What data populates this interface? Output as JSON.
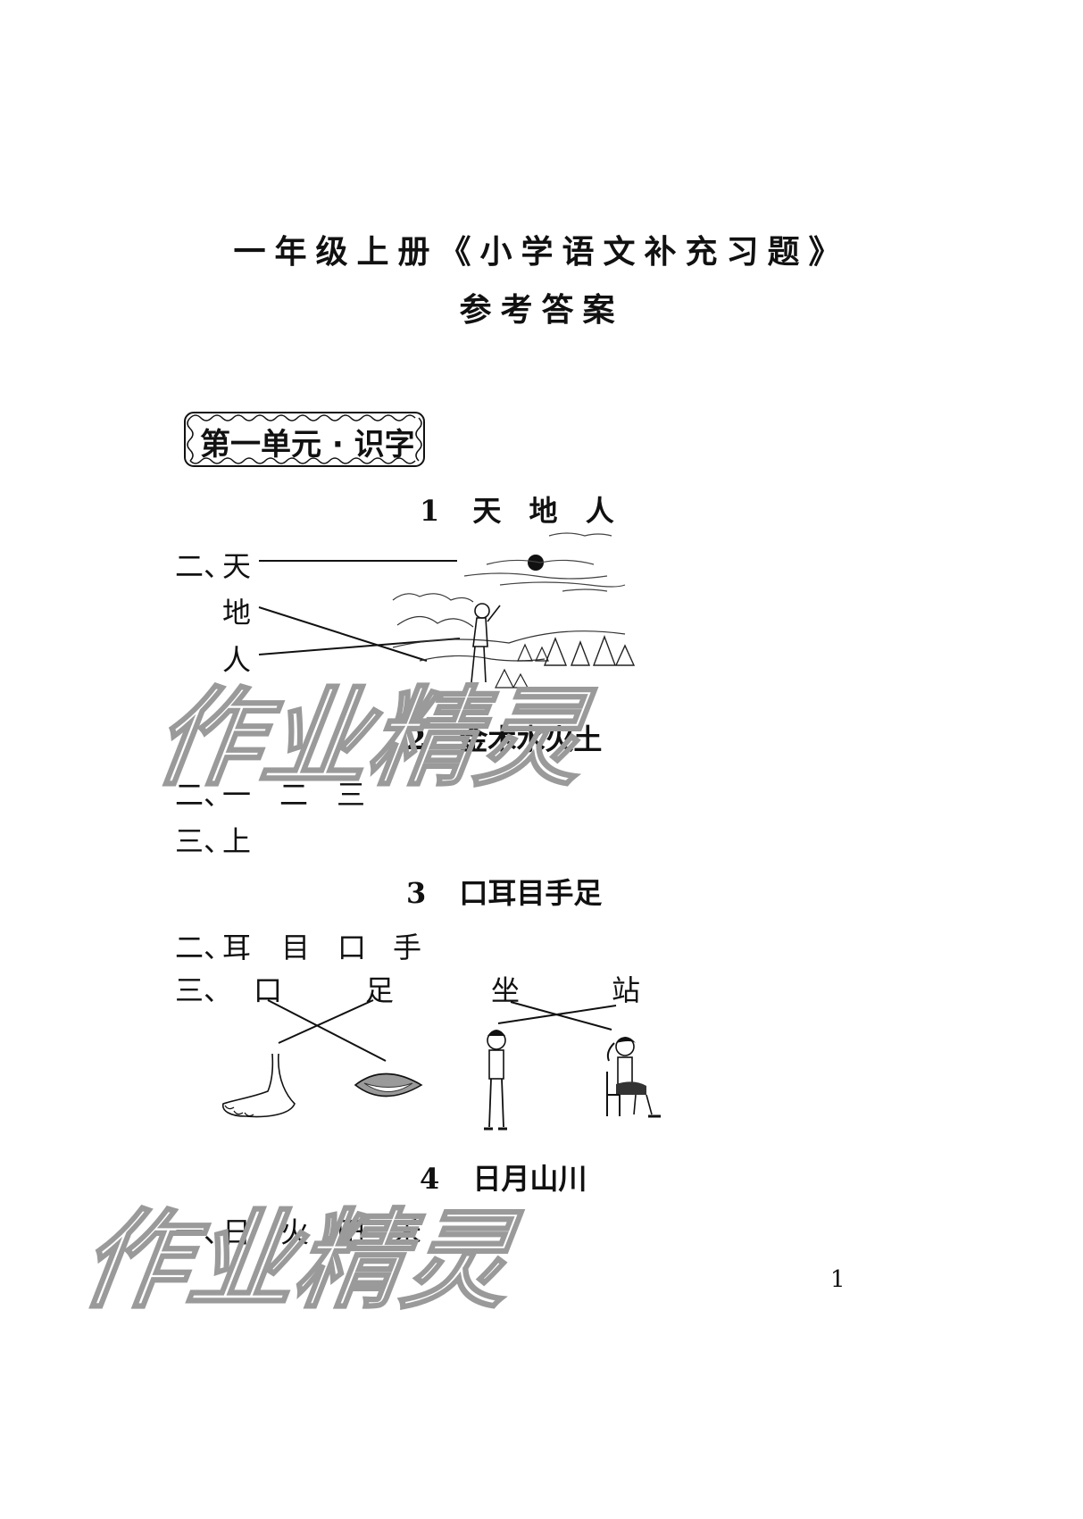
{
  "title": {
    "line1": "一年级上册《小学语文补充习题》",
    "line2": "参考答案"
  },
  "unit": {
    "label": "第一单元 · 识字"
  },
  "lessons": [
    {
      "number": "1",
      "name": "天 地 人",
      "sections": [
        {
          "marker": "二、",
          "words": [
            "天",
            "地",
            "人"
          ]
        }
      ]
    },
    {
      "number": "2",
      "name": "金木水火土",
      "sections": [
        {
          "marker": "二、",
          "answers": [
            "一",
            "二",
            "三"
          ]
        },
        {
          "marker": "三、",
          "answers": [
            "上"
          ]
        }
      ]
    },
    {
      "number": "3",
      "name": "口耳目手足",
      "sections": [
        {
          "marker": "二、",
          "answers": [
            "耳",
            "目",
            "口",
            "手"
          ]
        },
        {
          "marker": "三、",
          "words": [
            "口",
            "足",
            "坐",
            "站"
          ]
        }
      ]
    },
    {
      "number": "4",
      "name": "日月山川",
      "sections": [
        {
          "marker": "一、",
          "answers": [
            "日",
            "火",
            "田",
            "禾"
          ]
        }
      ]
    }
  ],
  "watermark": "作业精灵",
  "page_number": "1"
}
